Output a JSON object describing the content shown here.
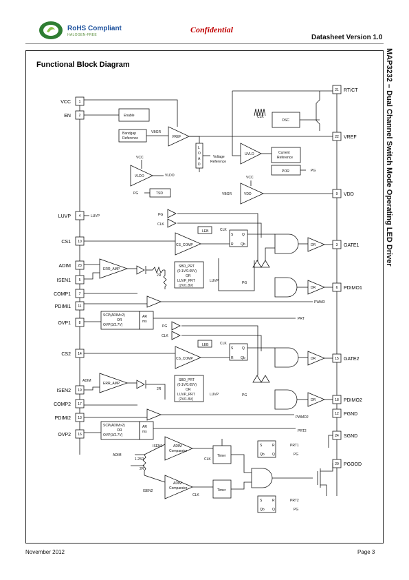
{
  "header": {
    "brand": "RoHS Compliant",
    "brand_sub": "HALOGEN-FREE",
    "confidential": "Confidential",
    "version": "Datasheet Version 1.0"
  },
  "side_title": "MAP3232 – Dual Channel Switch Mode Operating LED Driver",
  "diagram_title": "Functional Block Diagram",
  "footer": {
    "date": "November   2012",
    "page": "Page 3"
  },
  "left_pins": [
    {
      "name": "VCC",
      "num": "1"
    },
    {
      "name": "EN",
      "num": "2"
    },
    {
      "name": "LUVP",
      "num": "4"
    },
    {
      "name": "CS1",
      "num": "10"
    },
    {
      "name": "ADIM",
      "num": "23"
    },
    {
      "name": "ISEN1",
      "num": "5"
    },
    {
      "name": "COMP1",
      "num": "7"
    },
    {
      "name": "PDIMI1",
      "num": "11"
    },
    {
      "name": "OVP1",
      "num": "8"
    },
    {
      "name": "CS2",
      "num": "14"
    },
    {
      "name": "ISEN2",
      "num": "19"
    },
    {
      "name": "COMP2",
      "num": "17"
    },
    {
      "name": "PDIMI2",
      "num": "13"
    },
    {
      "name": "OVP2",
      "num": "16"
    }
  ],
  "right_pins": [
    {
      "name": "RT/CT",
      "num": "21"
    },
    {
      "name": "VREF",
      "num": "22"
    },
    {
      "name": "VDD",
      "num": "9"
    },
    {
      "name": "GATE1",
      "num": "3"
    },
    {
      "name": "PDIMO1",
      "num": "6"
    },
    {
      "name": "GATE2",
      "num": "15"
    },
    {
      "name": "PDIMO2",
      "num": "18"
    },
    {
      "name": "PGND",
      "num": "12"
    },
    {
      "name": "SGND",
      "num": "24"
    },
    {
      "name": "PGOOD",
      "num": "20"
    }
  ],
  "blocks": {
    "enable": "Enable",
    "bandgap": [
      "Bandgap",
      "Reference"
    ],
    "osc": "OSC",
    "uvlo": "UVLO",
    "current_ref": [
      "Current",
      "Reference"
    ],
    "por": "POR",
    "vldo_amp": "VLDO",
    "tsd": "TSD",
    "vdd_reg": "VDD",
    "load": [
      "L",
      "O",
      "A",
      "D"
    ],
    "voltage_ref": [
      "Voltage",
      "Reference"
    ],
    "vref_amp": "VREF",
    "leb": "LEB",
    "cs_comp": "CS_COMP",
    "err_amp": "ERR_AMP",
    "dr": "DR",
    "scp_text": [
      "SCP(ADIM>2)",
      "OR",
      "OVP(3/2.7V)"
    ],
    "ar": [
      "AR",
      "ms"
    ],
    "sbd_text": [
      "SBD_PRT",
      "(0.1V/0.05V)",
      "OR",
      "LUVP_PRT",
      "(2V/1.8V)"
    ],
    "adim_comp": [
      "ADIM",
      "Comparator"
    ],
    "timer": "Timer",
    "rs_labels": [
      "S",
      "R",
      "Q",
      "Qb"
    ],
    "res_2r": "2R",
    "res_1_25r": "1.25R"
  },
  "signals": {
    "vbgr": "VBGR",
    "vldo": "VLDO",
    "vcc": "VCC",
    "pg": "PG",
    "clk": "CLK",
    "luvp": "LUVP",
    "pwmd": "PWMD",
    "prt": "PRT",
    "pwmd2": "PWMD2",
    "prt2": "PRT2",
    "prt1": "PRT1",
    "adim": "ADIM",
    "isen1": "ISEN1",
    "isen2": "ISEN2"
  },
  "colors": {
    "brand": "#1a4f9c",
    "confidential": "#c00000",
    "logo_green": "#5a8f3c"
  }
}
